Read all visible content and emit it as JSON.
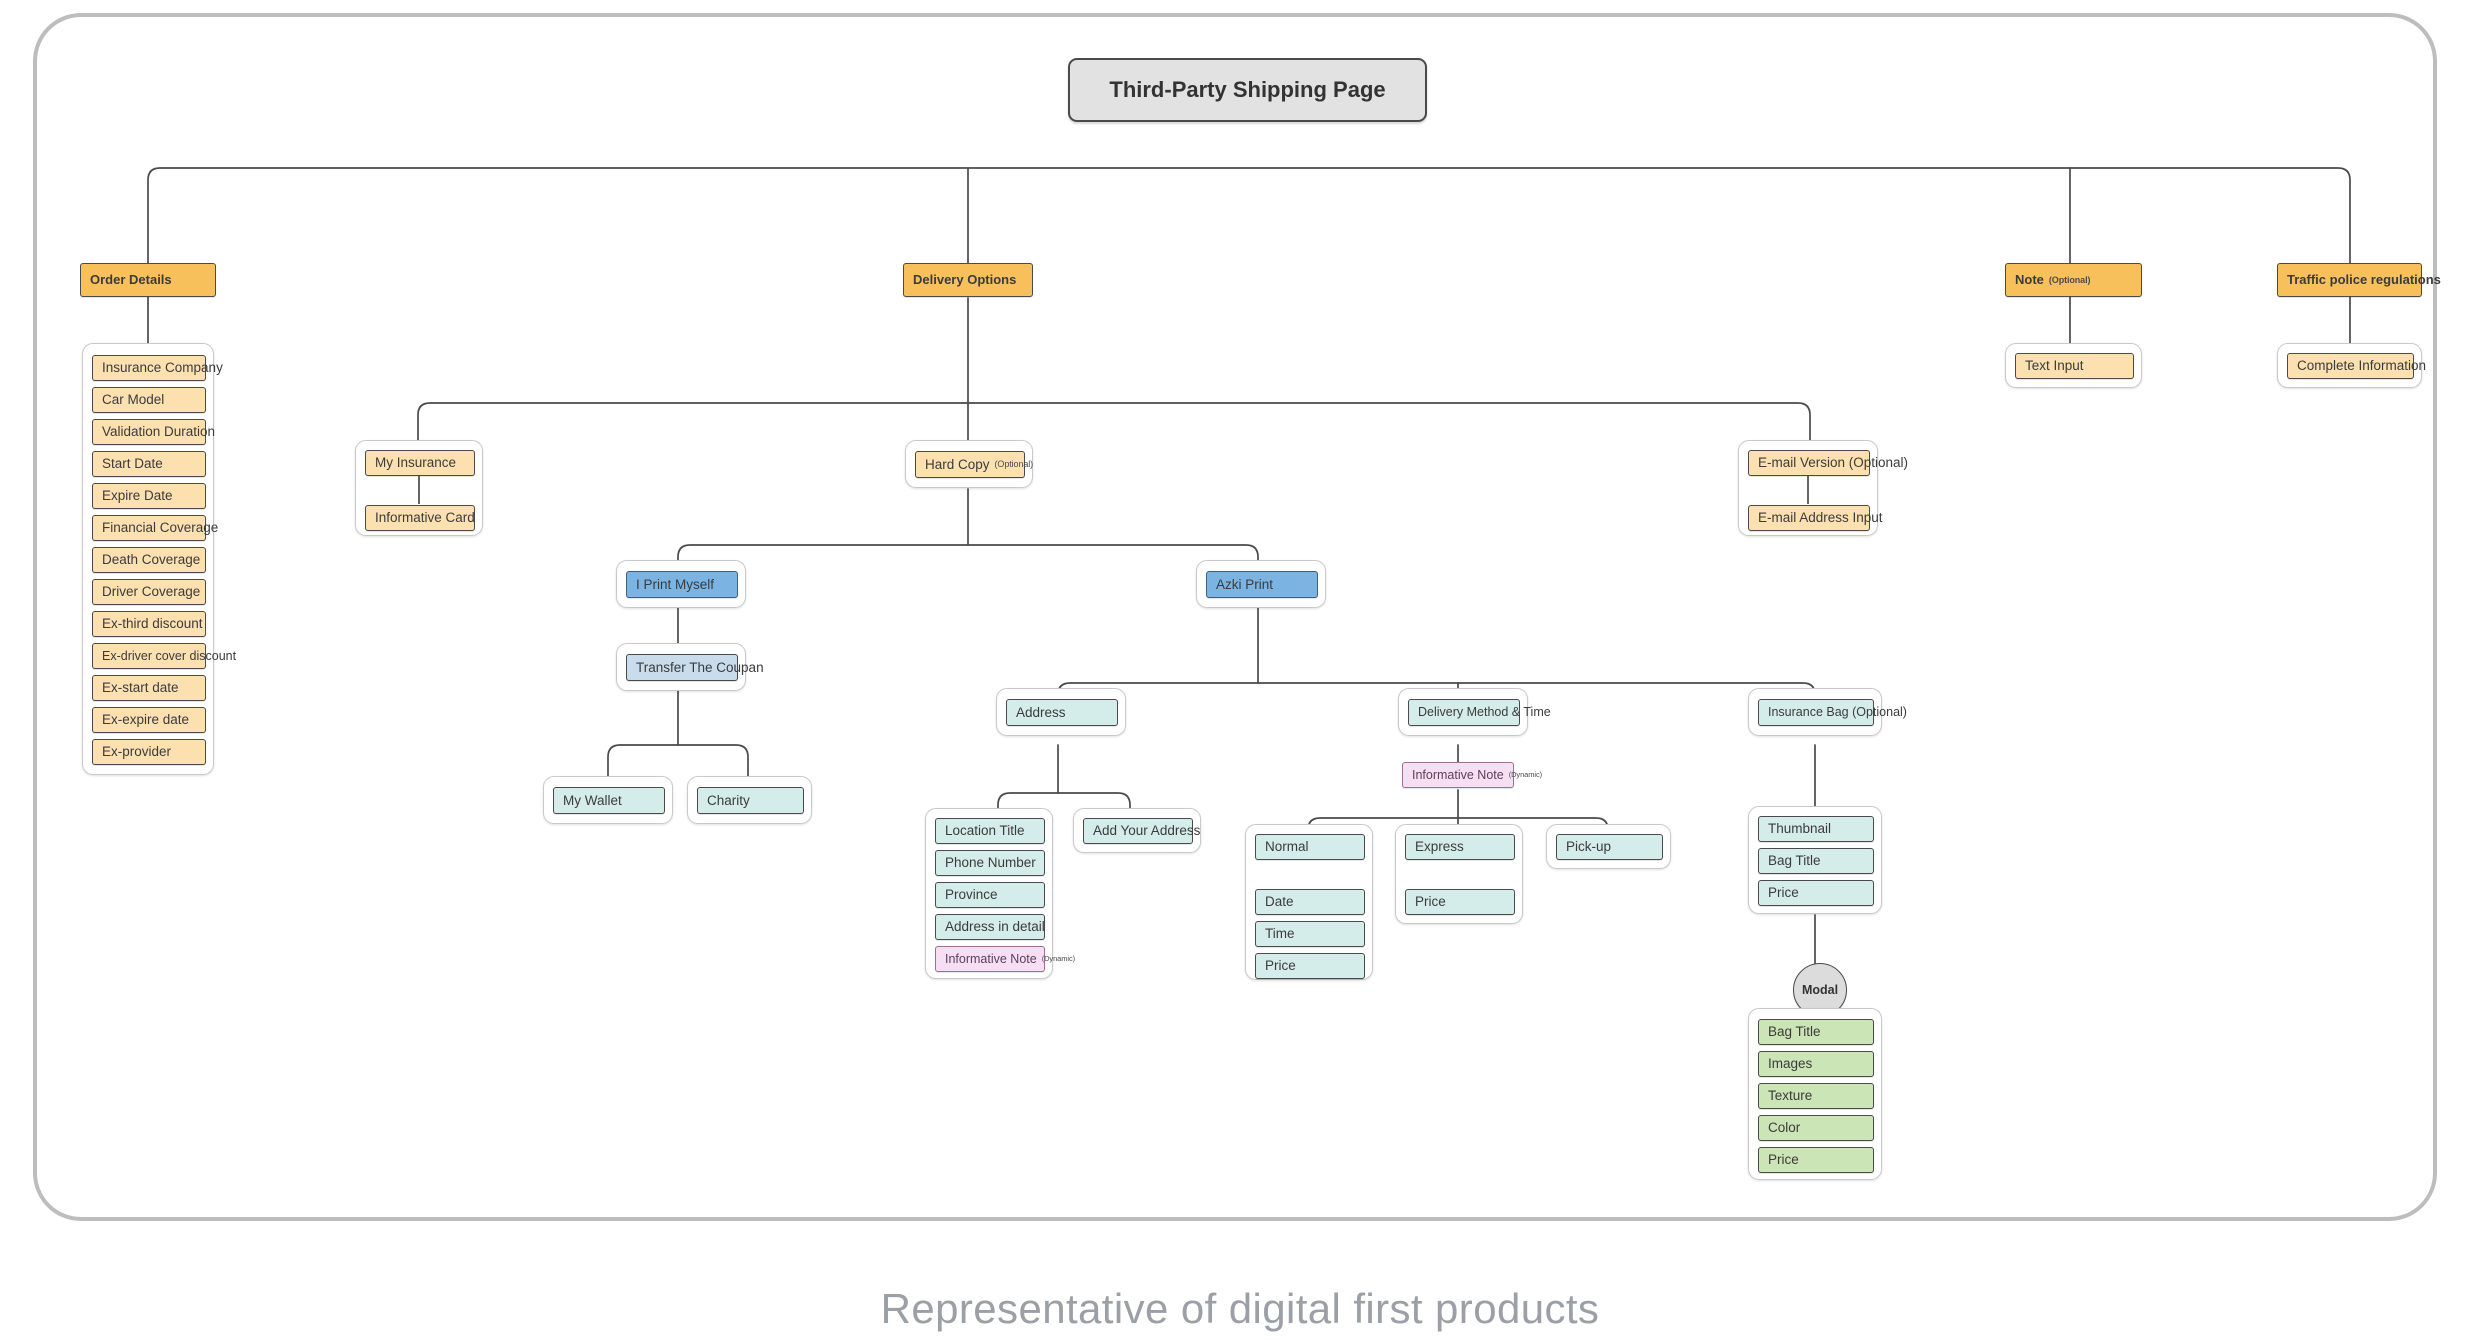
{
  "frame": {
    "caption": "Representative of digital first products"
  },
  "root": {
    "label": "Third-Party Shipping Page"
  },
  "top_level": [
    {
      "label": "Order Details",
      "optional": ""
    },
    {
      "label": "Delivery Options",
      "optional": ""
    },
    {
      "label": "Note",
      "optional": "(Optional)"
    },
    {
      "label": "Traffic police regulations",
      "optional": ""
    }
  ],
  "order_details": {
    "title": "Order Details",
    "fields": [
      "Insurance Company",
      "Car Model",
      "Validation Duration",
      "Start Date",
      "Expire Date",
      "Financial Coverage",
      "Death Coverage",
      "Driver Coverage",
      "Ex-third discount",
      "Ex-driver cover discount",
      "Ex-start date",
      "Ex-expire date",
      "Ex-provider"
    ]
  },
  "note": {
    "title": "Note",
    "optional": "(Optional)",
    "child": "Text Input"
  },
  "traffic": {
    "title": "Traffic police regulations",
    "child": "Complete Information"
  },
  "delivery_options": {
    "title": "Delivery Options",
    "my_insurance": {
      "items": [
        "My Insurance",
        "Informative Card"
      ]
    },
    "hard_copy": {
      "label": "Hard Copy",
      "optional": "(Optional)"
    },
    "email_version": {
      "items": [
        "E-mail Version (Optional)",
        "E-mail Address Input"
      ]
    }
  },
  "print_options": {
    "self_print": {
      "label": "I Print Myself"
    },
    "azki_print": {
      "label": "Azki Print"
    },
    "transfer_coupon": {
      "label": "Transfer The Coupan"
    },
    "coupon_targets": [
      "My Wallet",
      "Charity"
    ]
  },
  "address": {
    "title": "Address",
    "form_fields": [
      "Location Title",
      "Phone Number",
      "Province",
      "Address in detail"
    ],
    "note": {
      "label": "Informative Note",
      "sub": "(Dynamic)"
    },
    "add_address": "Add Your Address"
  },
  "delivery_method": {
    "title": "Delivery Method & Time",
    "note": {
      "label": "Informative Note",
      "sub": "(Dynamic)"
    },
    "normal": {
      "label": "Normal",
      "fields": [
        "Date",
        "Time",
        "Price"
      ]
    },
    "express": {
      "label": "Express",
      "fields": [
        "Price"
      ]
    },
    "pickup": {
      "label": "Pick-up"
    }
  },
  "insurance_bag": {
    "title": "Insurance Bag (Optional)",
    "card_fields": [
      "Thumbnail",
      "Bag Title",
      "Price"
    ],
    "modal": {
      "label": "Modal",
      "fields": [
        "Bag Title",
        "Images",
        "Texture",
        "Color",
        "Price"
      ]
    }
  },
  "colors": {
    "header": "#F8C05A",
    "orange": "#FCE0B0",
    "blue": "#7BB4E3",
    "blue_pale": "#C9DCEC",
    "mint": "#D5EDEA",
    "green": "#CBE5B6",
    "pink": "#F7DFF3",
    "grey": "#E0E0E0",
    "line": "#4a4a4a",
    "frame": "#bdbdbd",
    "caption": "#9aa0a6"
  }
}
